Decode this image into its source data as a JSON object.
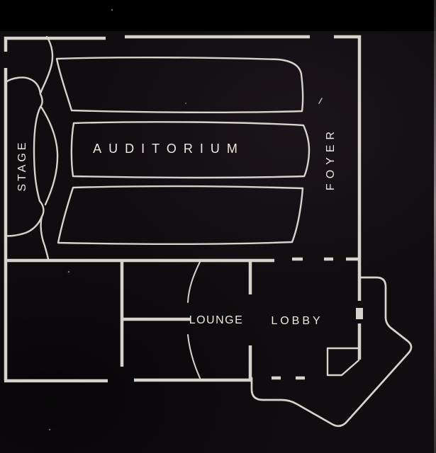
{
  "rooms": {
    "stage": {
      "label": "STAGE"
    },
    "auditorium": {
      "label": "AUDITORIUM"
    },
    "foyer": {
      "label": "FOYER"
    },
    "lounge": {
      "label": "LOUNGE"
    },
    "lobby": {
      "label": "LOBBY"
    }
  },
  "colors": {
    "bg": "#100c10",
    "top_band": "#000000",
    "line": "#d6d3cc",
    "text": "#ece9e0",
    "page_edge": "#a9a4a1"
  }
}
